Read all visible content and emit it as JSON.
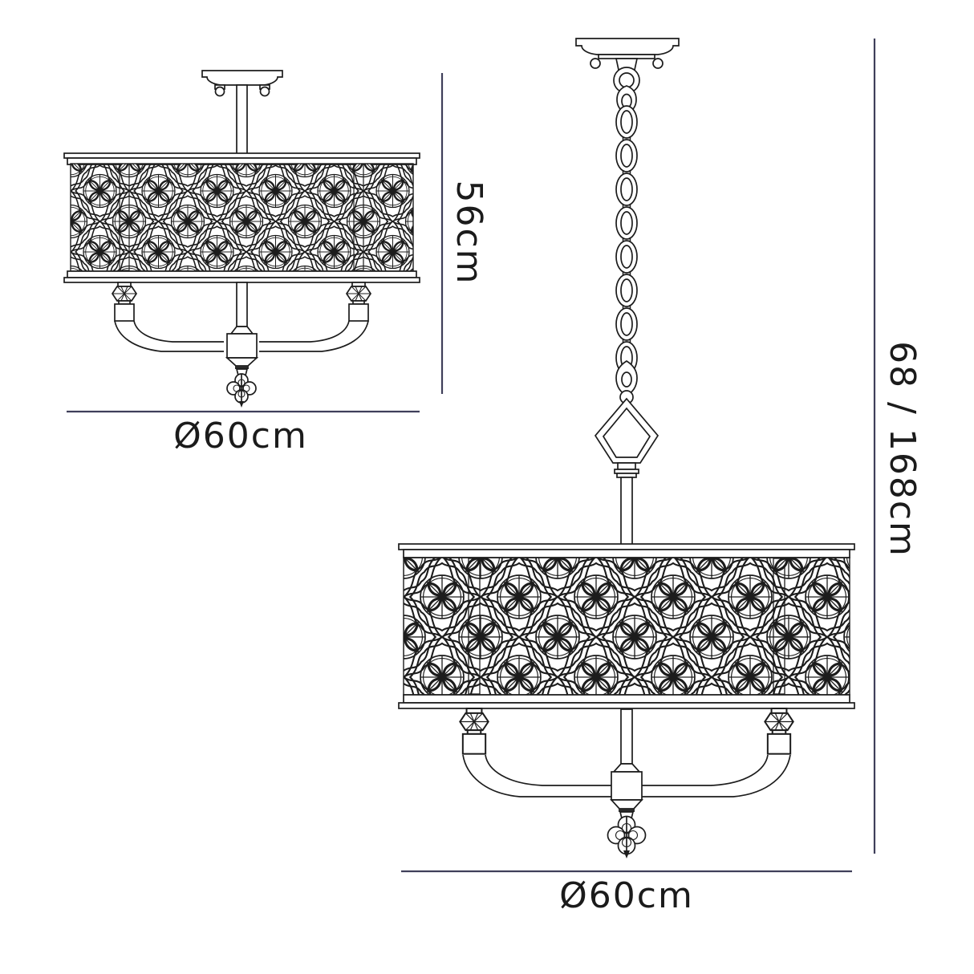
{
  "diagram": {
    "left_fixture": {
      "name": "semi-flush-fixture",
      "width_label": "Ø60cm",
      "height_label": "56cm"
    },
    "right_fixture": {
      "name": "chain-pendant-fixture",
      "width_label": "Ø60cm",
      "height_label": "68 / 168cm"
    },
    "colors": {
      "line": "#1c1c1c",
      "dimension_line": "#3f3f5a",
      "label_text": "#1b1b1b",
      "background": "#ffffff"
    }
  }
}
